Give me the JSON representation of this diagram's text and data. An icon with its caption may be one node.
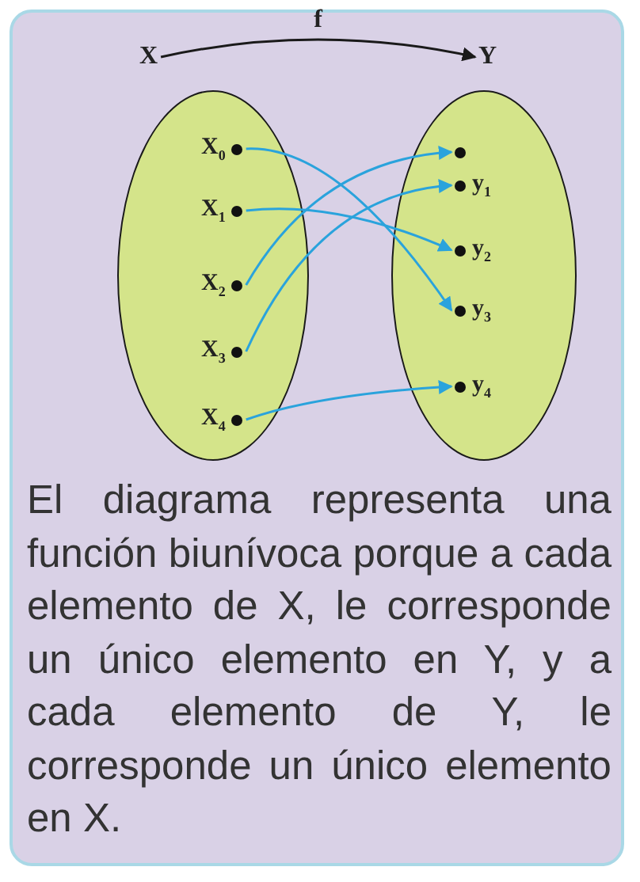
{
  "diagram": {
    "nodes": [
      {
        "text": [
          "X"
        ]
      },
      {
        "text": [
          "Y"
        ]
      },
      {
        "text": [],
        "shape": "ellipse"
      },
      {
        "text": [],
        "shape": "ellipse"
      },
      {
        "text": [
          "X$_{0}$"
        ],
        "in": 2
      },
      {
        "text": [
          "X$_{1}$"
        ],
        "in": 2
      },
      {
        "text": [
          "X$_{2}$"
        ],
        "in": 2
      },
      {
        "text": [
          "X$_{3}$"
        ],
        "in": 2
      },
      {
        "text": [
          "X$_{4}$"
        ],
        "in": 2
      },
      {
        "text": [],
        "shape": "circle",
        "in": 3
      },
      {
        "text": [
          "y$_{1}$"
        ],
        "in": 3
      },
      {
        "text": [
          "y$_{2}$"
        ],
        "in": 3
      },
      {
        "text": [
          "y$_{3}$"
        ],
        "in": 3
      },
      {
        "text": [
          "y$_{4}$"
        ],
        "in": 3
      }
    ],
    "edges": [
      {
        "from": 0,
        "to": 1,
        "arrow": "to",
        "label": "f",
        "color": "#1a1a1a"
      },
      {
        "from": 4,
        "to": 12,
        "arrow": "to"
      },
      {
        "from": 5,
        "to": 11,
        "arrow": "to"
      },
      {
        "from": 6,
        "to": 9,
        "arrow": "to"
      },
      {
        "from": 7,
        "to": 10,
        "arrow": "to"
      },
      {
        "from": 8,
        "to": 13,
        "arrow": "to"
      }
    ],
    "labels": [
      "El diagrama representa una función biunívoca porque a cada elemento de X, le corresponde un único elemento en Y, y a cada elemento de Y, le corresponde un único elemento en X."
    ]
  }
}
